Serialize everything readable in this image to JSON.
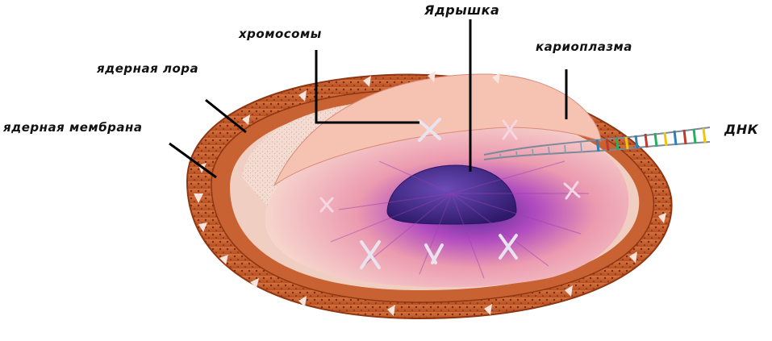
{
  "labels": {
    "nucleolus": "Ядрышка",
    "chromosomes": "хромосомы",
    "karyoplasm": "кариоплазма",
    "nuclear_pore": "ядерная лора",
    "nuclear_membrane": "ядерная мембрана",
    "dna": "ДНК"
  },
  "colors": {
    "envelope": "#c85a2a",
    "envelope_dark": "#9a3a16",
    "karyoplasm": "#f3b6a6",
    "nucleoplasm_purple": "#a54ab3",
    "nucleolus": "#4b2a8a",
    "leader_line": "#000000"
  }
}
